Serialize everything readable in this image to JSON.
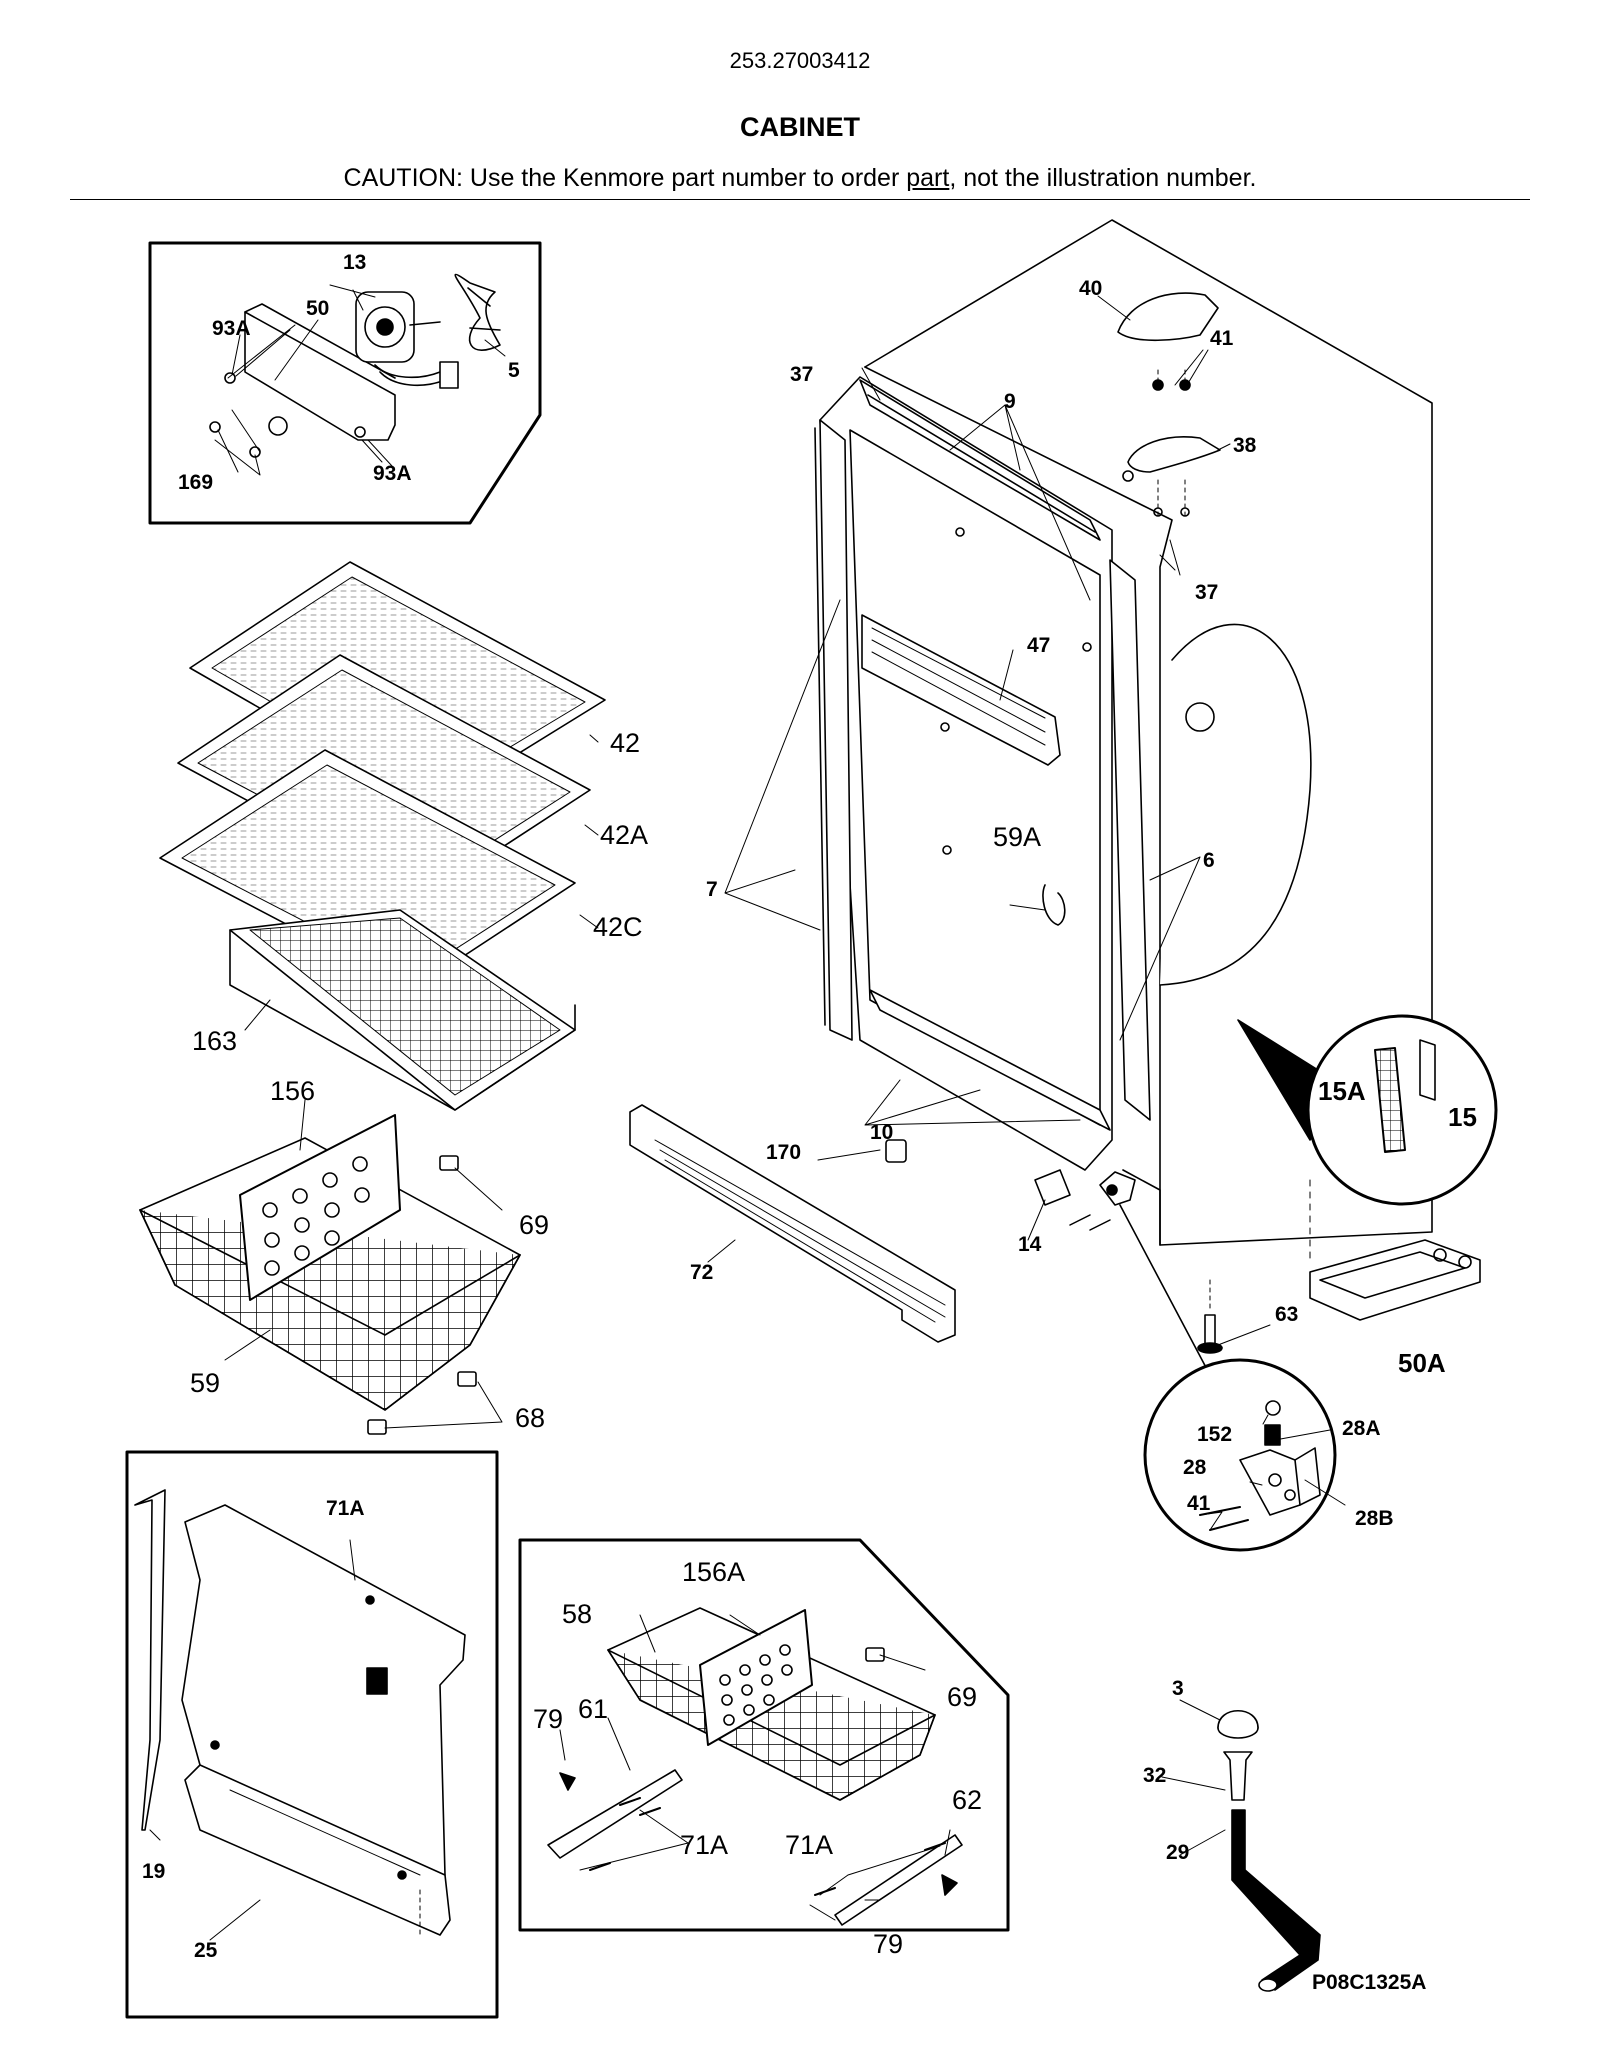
{
  "header": {
    "model": "253.27003412",
    "title": "CABINET",
    "caution_before": "CAUTION: Use the Kenmore part number to order ",
    "caution_link": "part",
    "caution_after": ", not the illustration number."
  },
  "labels": [
    {
      "id": "l13",
      "text": "13"
    },
    {
      "id": "l93a_top",
      "text": "93A"
    },
    {
      "id": "l50",
      "text": "50"
    },
    {
      "id": "l5",
      "text": "5"
    },
    {
      "id": "l169",
      "text": "169"
    },
    {
      "id": "l93a_bot",
      "text": "93A"
    },
    {
      "id": "l40",
      "text": "40"
    },
    {
      "id": "l41_top",
      "text": "41"
    },
    {
      "id": "l37_top",
      "text": "37"
    },
    {
      "id": "l9",
      "text": "9"
    },
    {
      "id": "l38",
      "text": "38"
    },
    {
      "id": "l37_right",
      "text": "37"
    },
    {
      "id": "l47",
      "text": "47"
    },
    {
      "id": "l42",
      "text": "42"
    },
    {
      "id": "l42a",
      "text": "42A"
    },
    {
      "id": "l42c",
      "text": "42C"
    },
    {
      "id": "l163",
      "text": "163"
    },
    {
      "id": "l59a",
      "text": "59A"
    },
    {
      "id": "l6",
      "text": "6"
    },
    {
      "id": "l7",
      "text": "7"
    },
    {
      "id": "l156",
      "text": "156"
    },
    {
      "id": "l69_top",
      "text": "69"
    },
    {
      "id": "l59",
      "text": "59"
    },
    {
      "id": "l68",
      "text": "68"
    },
    {
      "id": "l10",
      "text": "10"
    },
    {
      "id": "l170",
      "text": "170"
    },
    {
      "id": "l72",
      "text": "72"
    },
    {
      "id": "l14",
      "text": "14"
    },
    {
      "id": "l15a",
      "text": "15A"
    },
    {
      "id": "l15",
      "text": "15"
    },
    {
      "id": "l63",
      "text": "63"
    },
    {
      "id": "l50a",
      "text": "50A"
    },
    {
      "id": "l152",
      "text": "152"
    },
    {
      "id": "l28a",
      "text": "28A"
    },
    {
      "id": "l28",
      "text": "28"
    },
    {
      "id": "l41_hinge",
      "text": "41"
    },
    {
      "id": "l28b",
      "text": "28B"
    },
    {
      "id": "l71a_top",
      "text": "71A"
    },
    {
      "id": "l19",
      "text": "19"
    },
    {
      "id": "l25",
      "text": "25"
    },
    {
      "id": "l156a",
      "text": "156A"
    },
    {
      "id": "l58",
      "text": "58"
    },
    {
      "id": "l69_bot",
      "text": "69"
    },
    {
      "id": "l79_top",
      "text": "79"
    },
    {
      "id": "l61",
      "text": "61"
    },
    {
      "id": "l71a_l",
      "text": "71A"
    },
    {
      "id": "l71a_r",
      "text": "71A"
    },
    {
      "id": "l62",
      "text": "62"
    },
    {
      "id": "l79_bot",
      "text": "79"
    },
    {
      "id": "l3",
      "text": "3"
    },
    {
      "id": "l32",
      "text": "32"
    },
    {
      "id": "l29",
      "text": "29"
    }
  ],
  "diagram_code": "P08C1325A"
}
